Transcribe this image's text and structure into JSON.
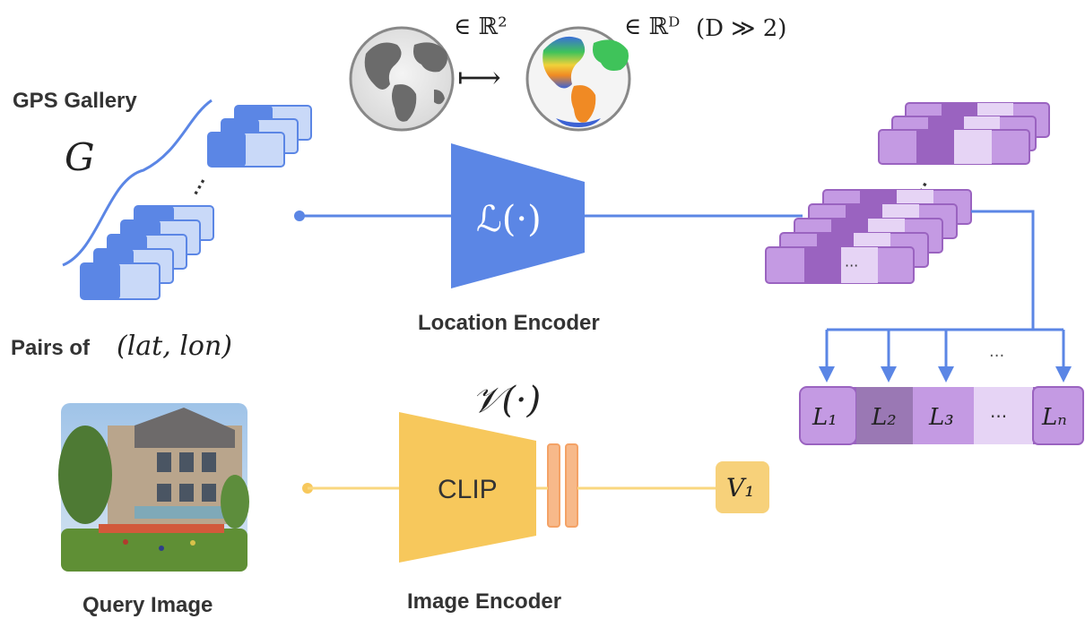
{
  "labels": {
    "gps_gallery": "GPS Gallery",
    "gallery_symbol": "G",
    "pairs_prefix": "Pairs of",
    "pairs_math": "(lat, lon)",
    "location_encoder": "Location Encoder",
    "location_fn": "ℒ(·)",
    "image_fn": "𝒱(·)",
    "clip": "CLIP",
    "image_encoder": "Image Encoder",
    "query_image": "Query Image",
    "v1": "V₁",
    "in_r2": "∈ ℝ²",
    "maps_to": "⟼",
    "in_rd": "∈ ℝᴰ",
    "d_cond": "(D ≫ 2)"
  },
  "embedding_cells": [
    "L₁",
    "L₂",
    "L₃",
    "···",
    "Lₙ"
  ],
  "stack_ellipsis": "···",
  "arrows_ellipsis": "···",
  "colors": {
    "blue": "#5b86e5",
    "blue_light": "#c9d9f8",
    "purple_dark": "#9a63c0",
    "purple_mid": "#c49ae3",
    "purple_light": "#e6d4f5",
    "yellow": "#f7c85c",
    "yellow_light": "#f9d77f",
    "orange_bar": "#f7b98a"
  }
}
